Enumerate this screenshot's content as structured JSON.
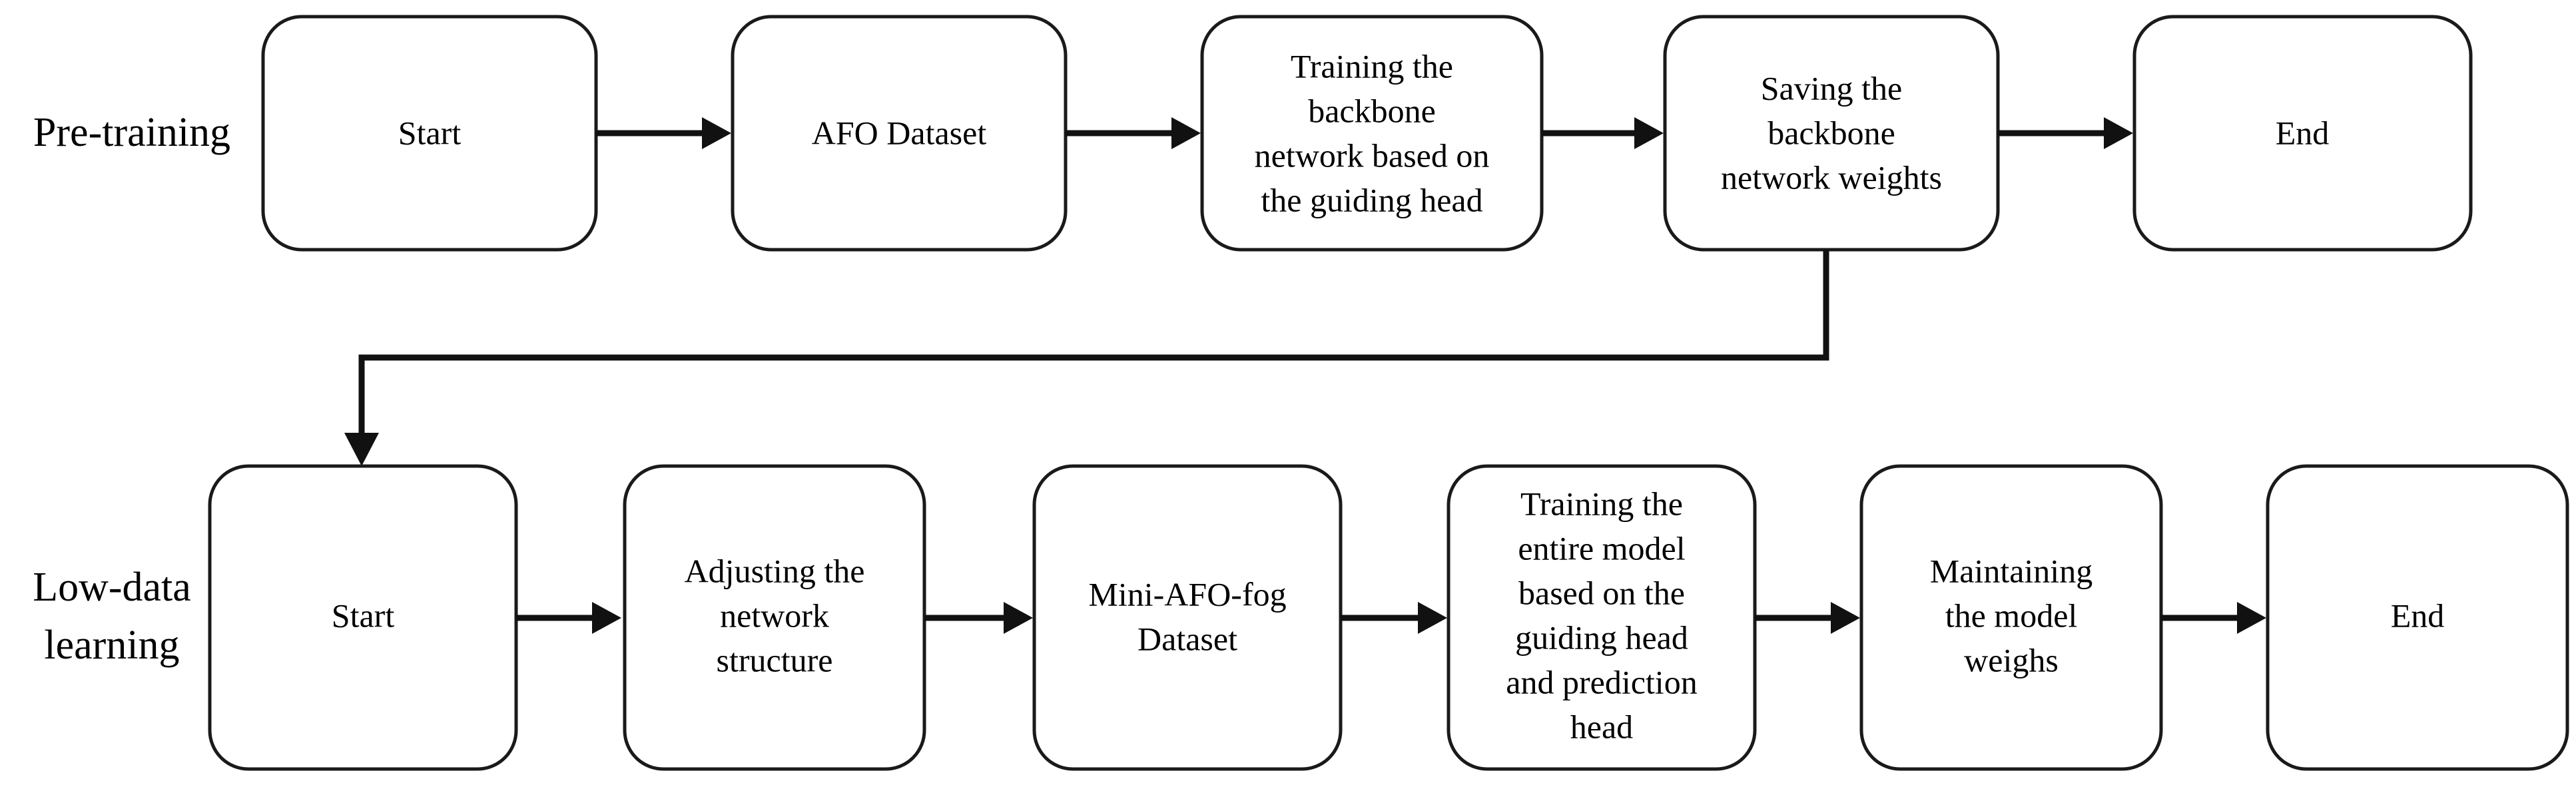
{
  "diagram": {
    "title": "Two-stage training pipeline flowchart",
    "background_color": "#ffffff",
    "line_color": "#111111",
    "box_fill_color": "#ffffff",
    "box_stroke_color": "#1a1a1a",
    "text_color": "#000000"
  },
  "phases": [
    {
      "id": "pre-training",
      "label_lines": [
        "Pre-training"
      ]
    },
    {
      "id": "low-data-learning",
      "label_lines": [
        "Low-data",
        "learning"
      ]
    }
  ],
  "rows": [
    {
      "id": "pre-training-row",
      "phase_label": "Pre-training",
      "nodes": [
        {
          "id": "pt-start",
          "lines": [
            "Start"
          ]
        },
        {
          "id": "pt-afo-dataset",
          "lines": [
            "AFO Dataset"
          ]
        },
        {
          "id": "pt-train-backbone",
          "lines": [
            "Training the",
            "backbone",
            "network based on",
            "the guiding head"
          ]
        },
        {
          "id": "pt-save-weights",
          "lines": [
            "Saving the",
            "backbone",
            "network weights"
          ]
        },
        {
          "id": "pt-end",
          "lines": [
            "End"
          ]
        }
      ]
    },
    {
      "id": "low-data-learning-row",
      "phase_label": "Low-data learning",
      "nodes": [
        {
          "id": "ld-start",
          "lines": [
            "Start"
          ]
        },
        {
          "id": "ld-adjust-structure",
          "lines": [
            "Adjusting the",
            "network",
            "structure"
          ]
        },
        {
          "id": "ld-mini-afo-fog",
          "lines": [
            "Mini-AFO-fog",
            "Dataset"
          ]
        },
        {
          "id": "ld-train-entire",
          "lines": [
            "Training the",
            "entire model",
            "based on the",
            "guiding head",
            "and prediction",
            "head"
          ]
        },
        {
          "id": "ld-maintain-weights",
          "lines": [
            "Maintaining",
            "the model",
            "weighs"
          ]
        },
        {
          "id": "ld-end",
          "lines": [
            "End"
          ]
        }
      ]
    }
  ],
  "connectors": [
    {
      "id": "pt-start-to-afo",
      "from": "pt-start",
      "to": "pt-afo-dataset",
      "kind": "arrow-right"
    },
    {
      "id": "pt-afo-to-train",
      "from": "pt-afo-dataset",
      "to": "pt-train-backbone",
      "kind": "arrow-right"
    },
    {
      "id": "pt-train-to-save",
      "from": "pt-train-backbone",
      "to": "pt-save-weights",
      "kind": "arrow-right"
    },
    {
      "id": "pt-save-to-end",
      "from": "pt-save-weights",
      "to": "pt-end",
      "kind": "arrow-right"
    },
    {
      "id": "pt-save-to-ld-start",
      "from": "pt-save-weights",
      "to": "ld-start",
      "kind": "elbow-down-left-down"
    },
    {
      "id": "ld-start-to-adjust",
      "from": "ld-start",
      "to": "ld-adjust-structure",
      "kind": "arrow-right"
    },
    {
      "id": "ld-adjust-to-mini",
      "from": "ld-adjust-structure",
      "to": "ld-mini-afo-fog",
      "kind": "arrow-right"
    },
    {
      "id": "ld-mini-to-train",
      "from": "ld-mini-afo-fog",
      "to": "ld-train-entire",
      "kind": "arrow-right"
    },
    {
      "id": "ld-train-to-maintain",
      "from": "ld-train-entire",
      "to": "ld-maintain-weights",
      "kind": "arrow-right"
    },
    {
      "id": "ld-maintain-to-end",
      "from": "ld-maintain-weights",
      "to": "ld-end",
      "kind": "arrow-right"
    }
  ],
  "labels": {
    "phase_pre_training": "Pre-training",
    "phase_low_data_line1": "Low-data",
    "phase_low_data_line2": "learning",
    "pt_start": "Start",
    "pt_afo_dataset": "AFO Dataset",
    "pt_train_l1": "Training the",
    "pt_train_l2": "backbone",
    "pt_train_l3": "network based on",
    "pt_train_l4": "the guiding head",
    "pt_save_l1": "Saving the",
    "pt_save_l2": "backbone",
    "pt_save_l3": "network weights",
    "pt_end": "End",
    "ld_start": "Start",
    "ld_adjust_l1": "Adjusting the",
    "ld_adjust_l2": "network",
    "ld_adjust_l3": "structure",
    "ld_mini_l1": "Mini-AFO-fog",
    "ld_mini_l2": "Dataset",
    "ld_train_l1": "Training the",
    "ld_train_l2": "entire model",
    "ld_train_l3": "based on the",
    "ld_train_l4": "guiding head",
    "ld_train_l5": "and prediction",
    "ld_train_l6": "head",
    "ld_maintain_l1": "Maintaining",
    "ld_maintain_l2": "the model",
    "ld_maintain_l3": "weighs",
    "ld_end": "End"
  }
}
